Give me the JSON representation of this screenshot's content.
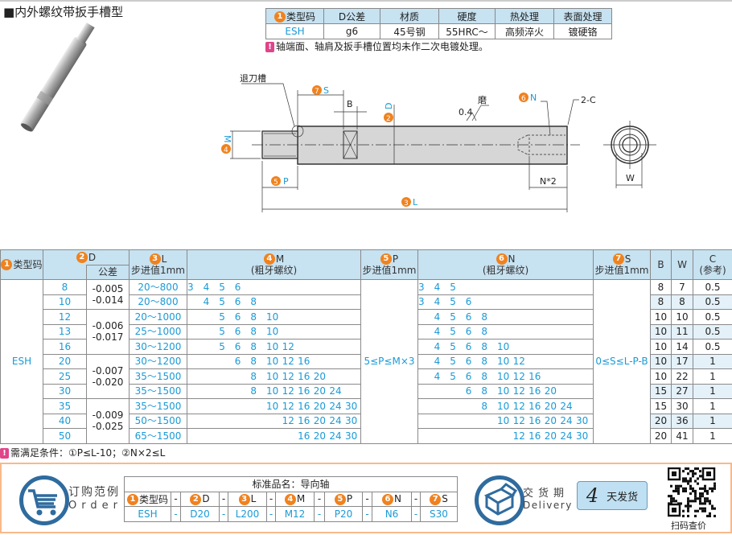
{
  "title": "■内外螺纹带扳手槽型",
  "spec": {
    "headers": [
      "类型码",
      "D公差",
      "材质",
      "硬度",
      "热处理",
      "表面处理"
    ],
    "values": [
      "ESH",
      "g6",
      "45号钢",
      "55HRC～",
      "高频淬火",
      "镀硬铬"
    ],
    "note": "轴端面、轴肩及扳手槽位置均未作二次电镀处理。"
  },
  "drawing": {
    "groove": "退刀槽",
    "S": "S",
    "B": "B",
    "D": "D",
    "roughness": "0.4",
    "grind": "磨",
    "N": "N",
    "chamfer": "2-C",
    "M": "M",
    "P": "P",
    "N2": "N*2",
    "L": "L",
    "W": "W"
  },
  "table": {
    "headers": {
      "type": "类型码",
      "D": "D",
      "tol": "公差",
      "L": "L",
      "L_sub": "步进值1mm",
      "M": "M",
      "M_sub": "(粗牙螺纹)",
      "P": "P",
      "P_sub": "步进值1mm",
      "N": "N",
      "N_sub": "(粗牙螺纹)",
      "S": "S",
      "S_sub": "步进值1mm",
      "B": "B",
      "W": "W",
      "C": "C",
      "C_sub": "(参考)"
    },
    "type": "ESH",
    "P_range": "5≤P≤M×3",
    "S_range": "0≤S≤L-P-B",
    "thread_slots": [
      3,
      4,
      5,
      6,
      8,
      10,
      12,
      16,
      20,
      24,
      30
    ],
    "tolerances": [
      {
        "upper": "-0.005",
        "lower": "-0.014",
        "span": 2
      },
      {
        "upper": "-0.006",
        "lower": "-0.017",
        "span": 3
      },
      {
        "upper": "-0.007",
        "lower": "-0.020",
        "span": 3
      },
      {
        "upper": "-0.009",
        "lower": "-0.025",
        "span": 3
      }
    ],
    "rows": [
      {
        "D": "8",
        "L": "20～800",
        "M": [
          3,
          4,
          5,
          6
        ],
        "N": [
          3,
          4,
          5
        ],
        "B": "8",
        "W": "7",
        "C": "0.5"
      },
      {
        "D": "10",
        "L": "20～800",
        "M": [
          4,
          5,
          6,
          8
        ],
        "N": [
          3,
          4,
          5,
          6
        ],
        "B": "8",
        "W": "8",
        "C": "0.5"
      },
      {
        "D": "12",
        "L": "20～1000",
        "M": [
          5,
          6,
          8,
          10
        ],
        "N": [
          4,
          5,
          6,
          8
        ],
        "B": "10",
        "W": "10",
        "C": "0.5"
      },
      {
        "D": "13",
        "L": "25～1000",
        "M": [
          5,
          6,
          8,
          10
        ],
        "N": [
          4,
          5,
          6,
          8
        ],
        "B": "10",
        "W": "11",
        "C": "0.5"
      },
      {
        "D": "16",
        "L": "30～1200",
        "M": [
          5,
          6,
          8,
          10,
          12
        ],
        "N": [
          4,
          5,
          6,
          8,
          10
        ],
        "B": "10",
        "W": "14",
        "C": "0.5"
      },
      {
        "D": "20",
        "L": "30～1200",
        "M": [
          6,
          8,
          10,
          12,
          16
        ],
        "N": [
          4,
          5,
          6,
          8,
          10,
          12
        ],
        "B": "10",
        "W": "17",
        "C": "1"
      },
      {
        "D": "25",
        "L": "35～1500",
        "M": [
          8,
          10,
          12,
          16,
          20
        ],
        "N": [
          4,
          5,
          6,
          8,
          10,
          12,
          16
        ],
        "B": "10",
        "W": "22",
        "C": "1"
      },
      {
        "D": "30",
        "L": "35～1500",
        "M": [
          8,
          10,
          12,
          16,
          20,
          24
        ],
        "N": [
          6,
          8,
          10,
          12,
          16,
          20
        ],
        "B": "15",
        "W": "27",
        "C": "1"
      },
      {
        "D": "35",
        "L": "35～1500",
        "M": [
          10,
          12,
          16,
          20,
          24,
          30
        ],
        "N": [
          8,
          10,
          12,
          16,
          20,
          24
        ],
        "B": "15",
        "W": "30",
        "C": "1"
      },
      {
        "D": "40",
        "L": "50～1500",
        "M": [
          12,
          16,
          20,
          24,
          30
        ],
        "N": [
          10,
          12,
          16,
          20,
          24,
          30
        ],
        "B": "20",
        "W": "36",
        "C": "1"
      },
      {
        "D": "50",
        "L": "65～1500",
        "M": [
          16,
          20,
          24,
          30
        ],
        "N": [
          12,
          16,
          20,
          24,
          30
        ],
        "B": "20",
        "W": "41",
        "C": "1"
      }
    ]
  },
  "footnote": "需满足条件：①P≤L-10；②N×2≤L",
  "order": {
    "label_cn": "订购范例",
    "label_en": "Order",
    "product_name": "标准品名：导向轴",
    "fields": [
      "类型码",
      "D",
      "L",
      "M",
      "P",
      "N",
      "S"
    ],
    "values": [
      "ESH",
      "D20",
      "L200",
      "M12",
      "P20",
      "N6",
      "S30"
    ],
    "dash": "-"
  },
  "delivery": {
    "label_cn": "交货期",
    "label_en": "Delivery",
    "days": "4",
    "days_label": "天发货"
  },
  "qr_label": "扫码查价",
  "colors": {
    "accent_blue": "#1a9ad6",
    "header_bg": "#c7e2f1",
    "badge_orange": "#f0821e",
    "order_border": "#f9b98a"
  }
}
